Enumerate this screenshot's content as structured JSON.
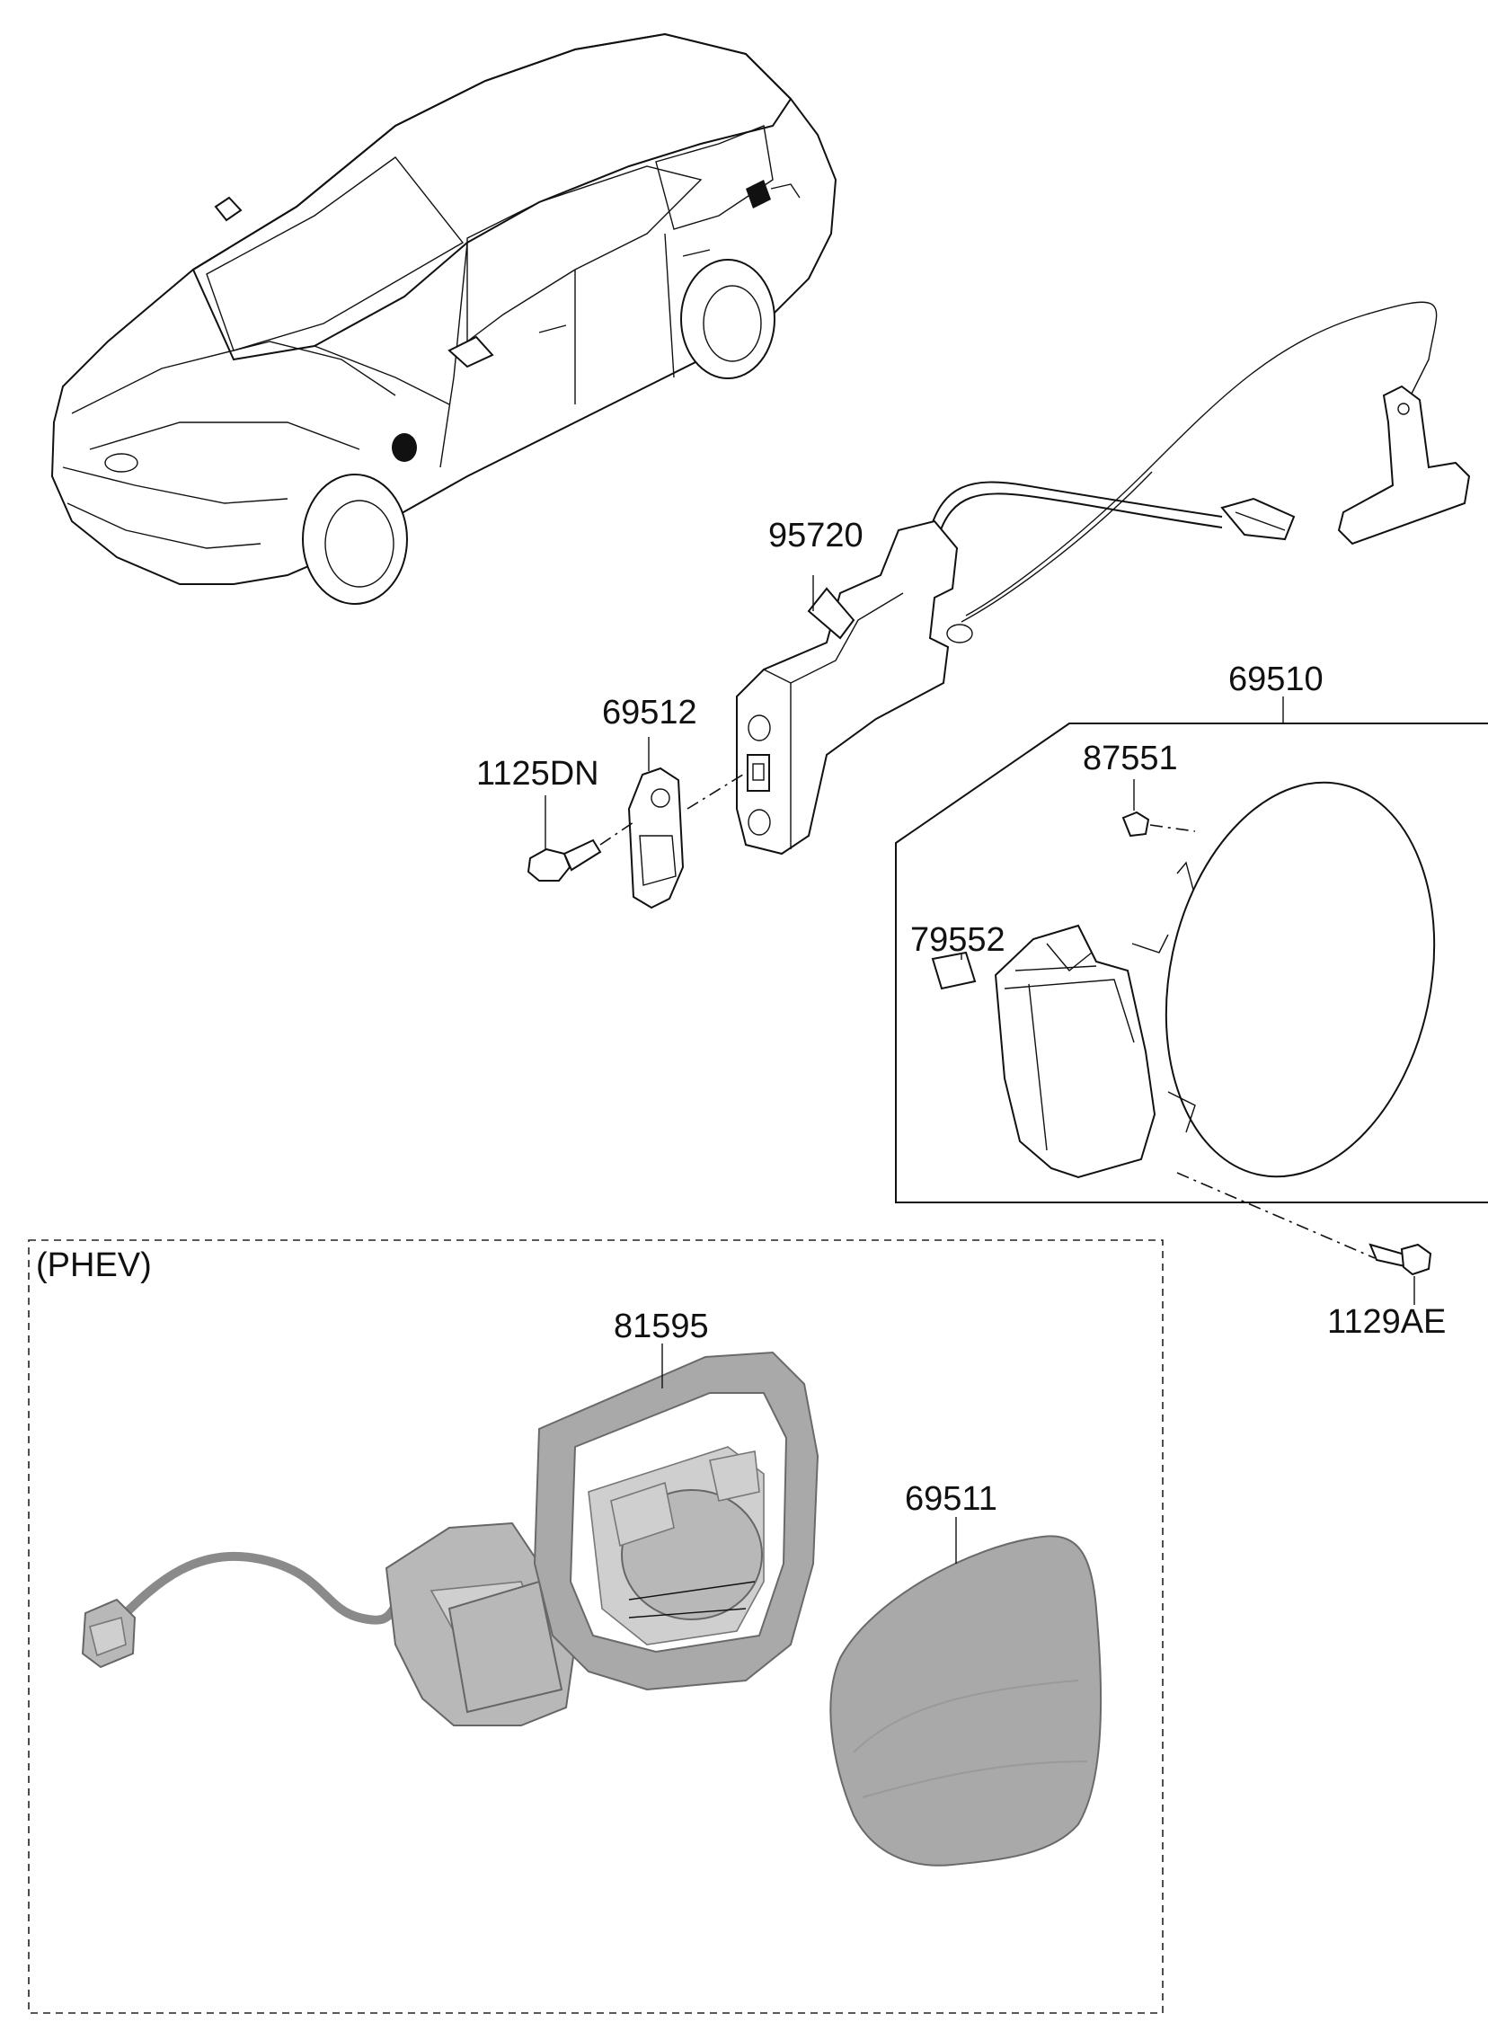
{
  "diagram": {
    "section_label": "(PHEV)",
    "part_numbers": {
      "p95720": "95720",
      "p69512": "69512",
      "p1125DN": "1125DN",
      "p69510": "69510",
      "p87551": "87551",
      "p79552": "79552",
      "p1129AE": "1129AE",
      "p81595": "81595",
      "p69511": "69511"
    }
  }
}
